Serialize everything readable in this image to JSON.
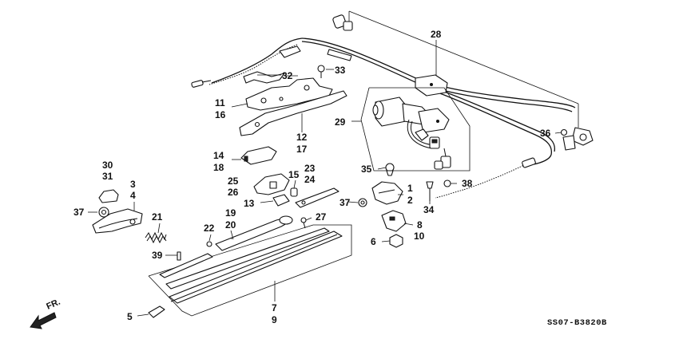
{
  "diagram_code": "SS07-B3820B",
  "direction_label": "FR.",
  "callouts": [
    {
      "id": "c28",
      "text": "28"
    },
    {
      "id": "c32",
      "text": "32"
    },
    {
      "id": "c33",
      "text": "33"
    },
    {
      "id": "c11",
      "text": "11"
    },
    {
      "id": "c16",
      "text": "16"
    },
    {
      "id": "c12",
      "text": "12"
    },
    {
      "id": "c17",
      "text": "17"
    },
    {
      "id": "c29",
      "text": "29"
    },
    {
      "id": "c36",
      "text": "36"
    },
    {
      "id": "c14",
      "text": "14"
    },
    {
      "id": "c18",
      "text": "18"
    },
    {
      "id": "c30",
      "text": "30"
    },
    {
      "id": "c31",
      "text": "31"
    },
    {
      "id": "c35",
      "text": "35"
    },
    {
      "id": "c25",
      "text": "25"
    },
    {
      "id": "c26",
      "text": "26"
    },
    {
      "id": "c23",
      "text": "23"
    },
    {
      "id": "c24",
      "text": "24"
    },
    {
      "id": "c15",
      "text": "15"
    },
    {
      "id": "c38",
      "text": "38"
    },
    {
      "id": "c3",
      "text": "3"
    },
    {
      "id": "c4",
      "text": "4"
    },
    {
      "id": "c1",
      "text": "1"
    },
    {
      "id": "c2",
      "text": "2"
    },
    {
      "id": "c13",
      "text": "13"
    },
    {
      "id": "c37a",
      "text": "37"
    },
    {
      "id": "c37b",
      "text": "37"
    },
    {
      "id": "c34",
      "text": "34"
    },
    {
      "id": "c19",
      "text": "19"
    },
    {
      "id": "c20",
      "text": "20"
    },
    {
      "id": "c21",
      "text": "21"
    },
    {
      "id": "c27",
      "text": "27"
    },
    {
      "id": "c8",
      "text": "8"
    },
    {
      "id": "c10",
      "text": "10"
    },
    {
      "id": "c22",
      "text": "22"
    },
    {
      "id": "c6",
      "text": "6"
    },
    {
      "id": "c39",
      "text": "39"
    },
    {
      "id": "c7",
      "text": "7"
    },
    {
      "id": "c9",
      "text": "9"
    },
    {
      "id": "c5",
      "text": "5"
    }
  ]
}
